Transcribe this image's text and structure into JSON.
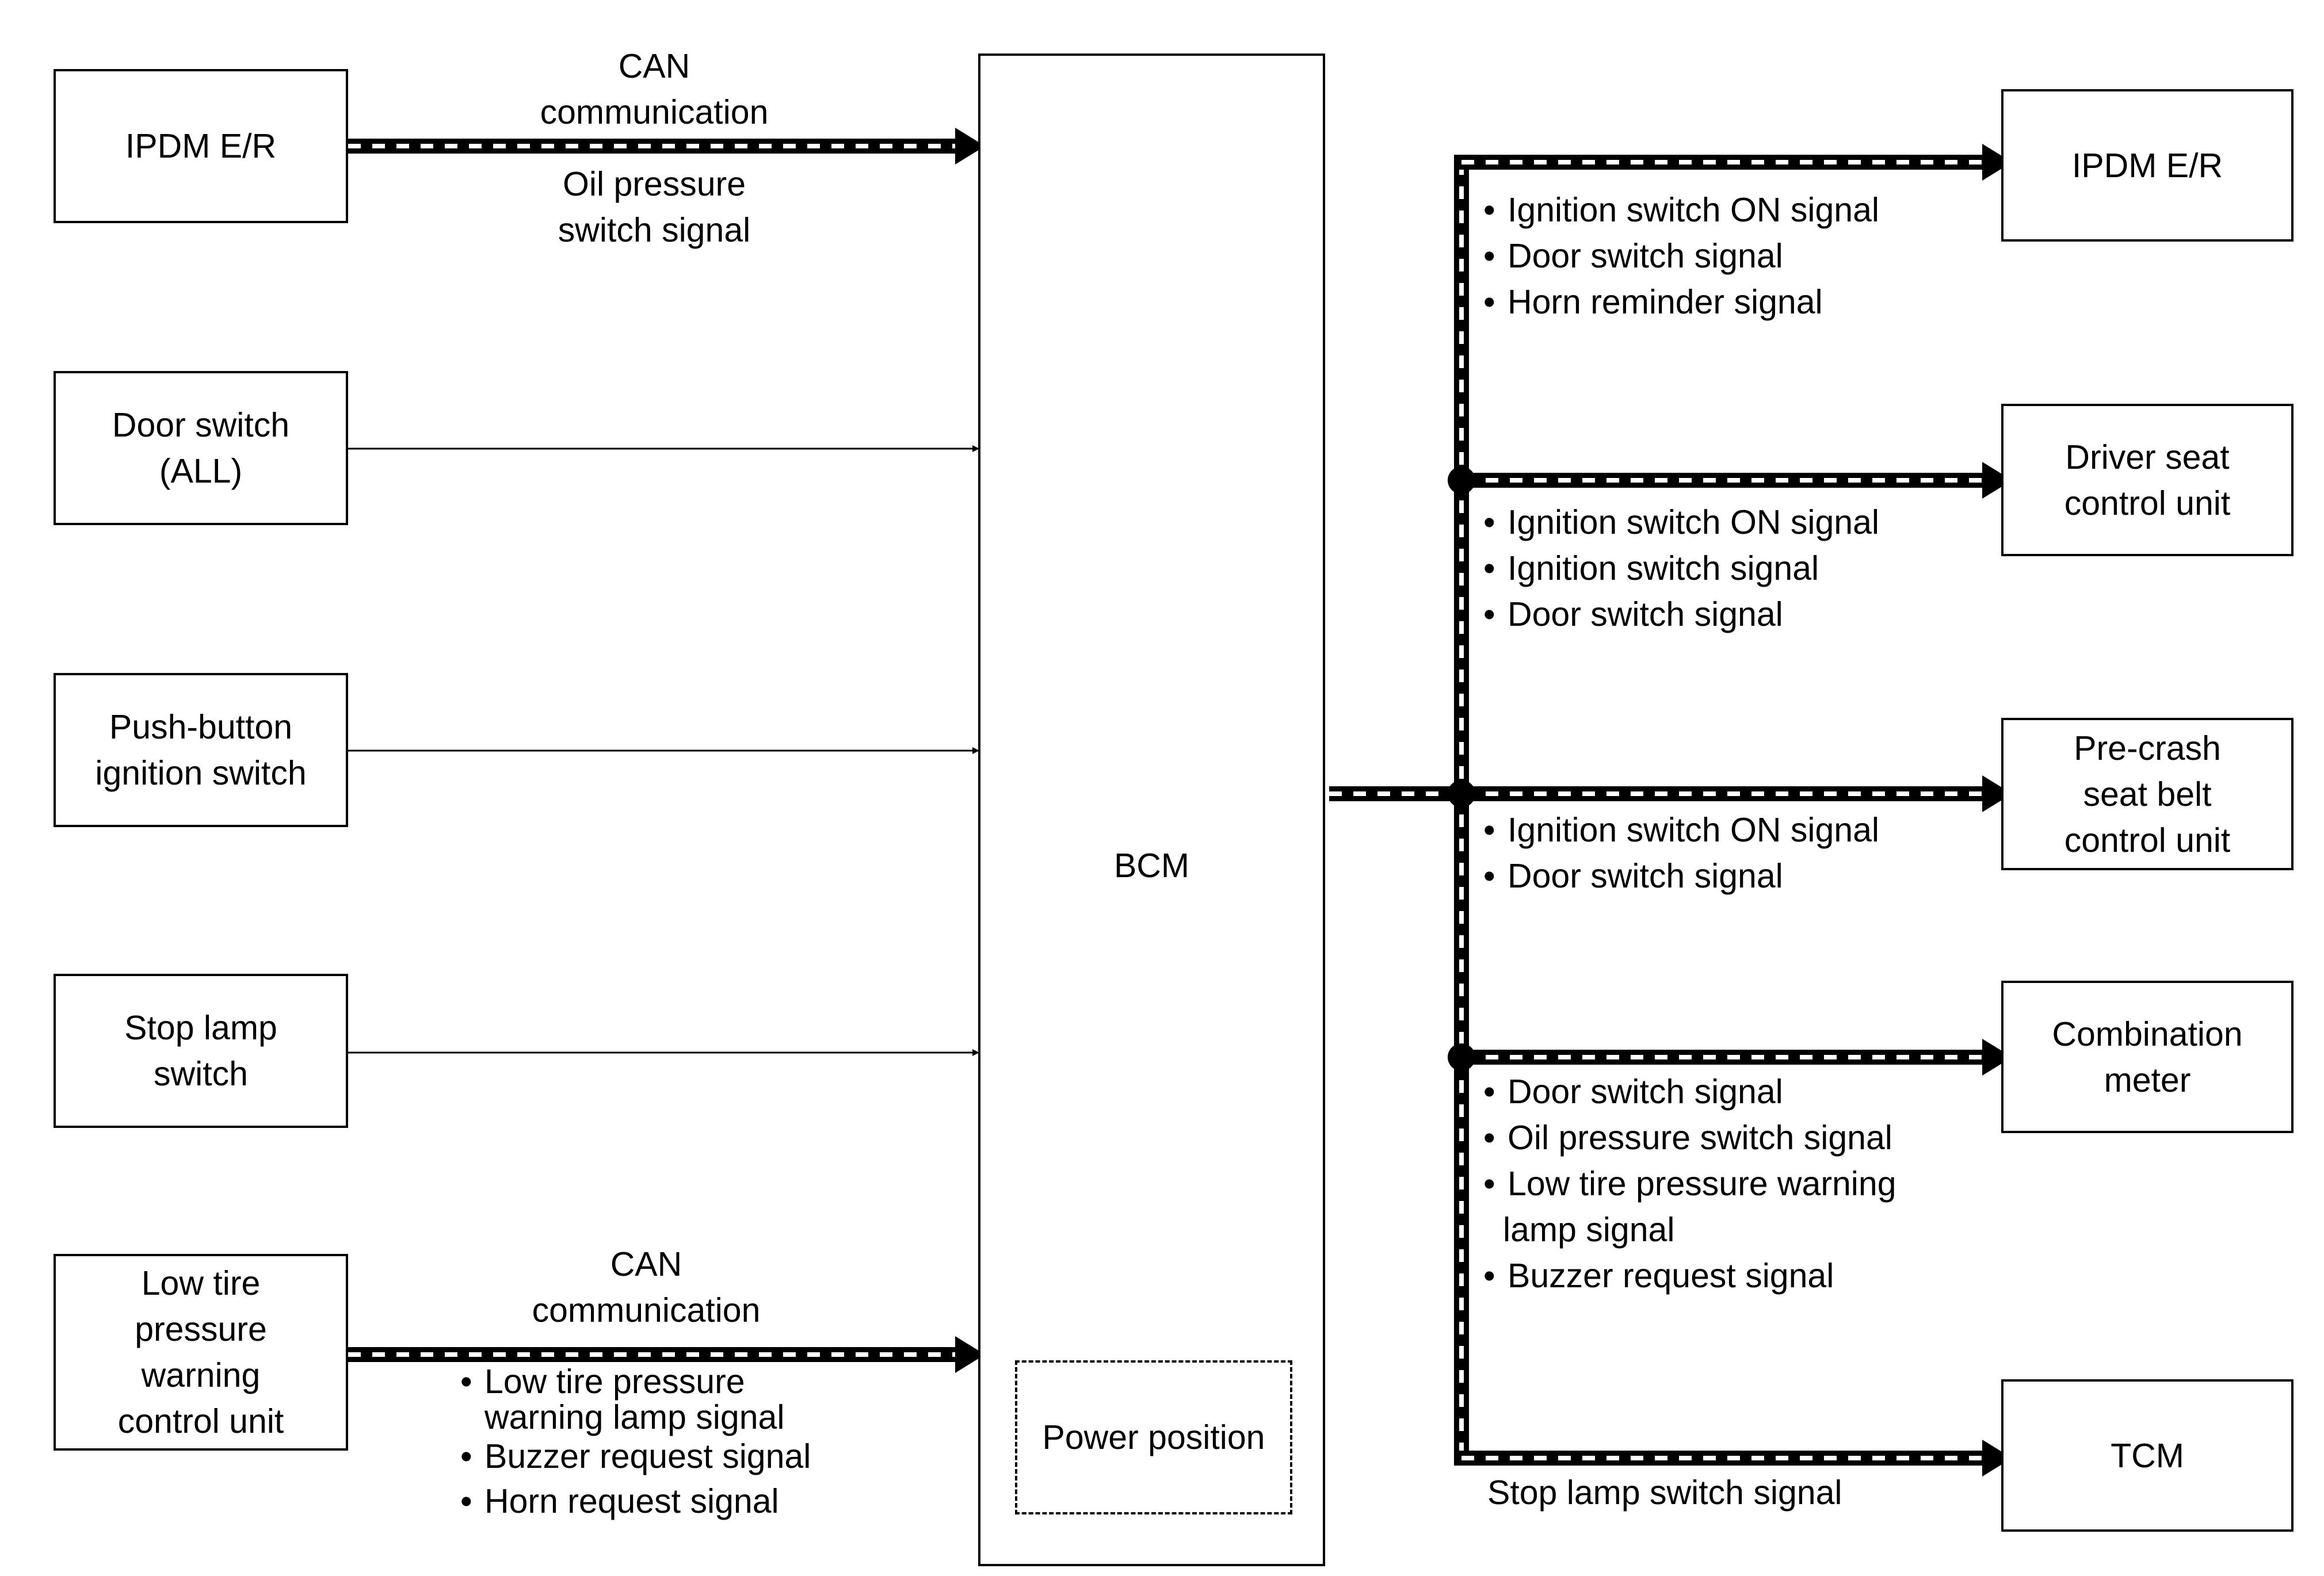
{
  "inputs": {
    "ipdm": "IPDM E/R",
    "door_switch": "Door switch\n(ALL)",
    "push_button": "Push-button\nignition switch",
    "stop_lamp": "Stop lamp\nswitch",
    "low_tire": "Low tire\npressure\nwarning\ncontrol unit"
  },
  "bcm": {
    "label": "BCM",
    "power_position": "Power position"
  },
  "outputs": {
    "ipdm": "IPDM E/R",
    "driver_seat": "Driver seat\ncontrol unit",
    "pre_crash": "Pre-crash\nseat belt\ncontrol unit",
    "combination_meter": "Combination\nmeter",
    "tcm": "TCM"
  },
  "input_labels": {
    "ipdm_can": "CAN\ncommunication",
    "ipdm_signal": "Oil pressure\nswitch signal",
    "low_tire_can": "CAN\ncommunication",
    "low_tire_signals": [
      "Low tire pressure",
      "warning lamp signal",
      "Buzzer request signal",
      "Horn request signal"
    ]
  },
  "output_signals": {
    "ipdm": [
      "Ignition switch ON signal",
      "Door switch signal",
      "Horn reminder signal"
    ],
    "driver_seat": [
      "Ignition switch ON signal",
      "Ignition switch signal",
      "Door switch signal"
    ],
    "pre_crash": [
      "Ignition switch ON signal",
      "Door switch signal"
    ],
    "combination_meter": [
      "Door switch signal",
      "Oil pressure switch signal",
      "Low tire pressure warning",
      "lamp signal",
      "Buzzer request signal"
    ],
    "tcm": "Stop lamp switch signal"
  }
}
